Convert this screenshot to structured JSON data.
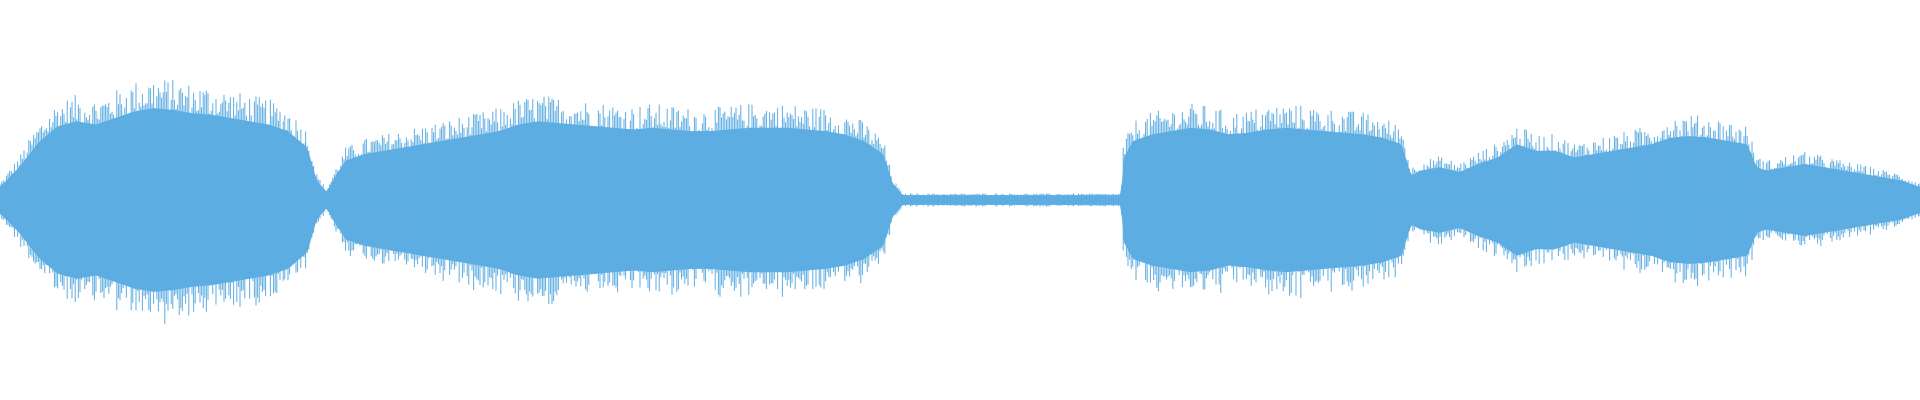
{
  "waveform": {
    "color": "#5DADE2",
    "background": "#FFFFFF",
    "envelope": [
      [
        0.0,
        0.08
      ],
      [
        0.01,
        0.2
      ],
      [
        0.02,
        0.35
      ],
      [
        0.03,
        0.45
      ],
      [
        0.04,
        0.48
      ],
      [
        0.05,
        0.46
      ],
      [
        0.06,
        0.5
      ],
      [
        0.07,
        0.54
      ],
      [
        0.08,
        0.56
      ],
      [
        0.09,
        0.55
      ],
      [
        0.1,
        0.53
      ],
      [
        0.11,
        0.52
      ],
      [
        0.12,
        0.5
      ],
      [
        0.13,
        0.48
      ],
      [
        0.14,
        0.46
      ],
      [
        0.15,
        0.42
      ],
      [
        0.16,
        0.32
      ],
      [
        0.165,
        0.12
      ],
      [
        0.17,
        0.05
      ],
      [
        0.175,
        0.15
      ],
      [
        0.18,
        0.24
      ],
      [
        0.19,
        0.28
      ],
      [
        0.2,
        0.3
      ],
      [
        0.21,
        0.32
      ],
      [
        0.22,
        0.34
      ],
      [
        0.23,
        0.36
      ],
      [
        0.24,
        0.38
      ],
      [
        0.25,
        0.4
      ],
      [
        0.26,
        0.42
      ],
      [
        0.27,
        0.46
      ],
      [
        0.28,
        0.48
      ],
      [
        0.29,
        0.47
      ],
      [
        0.3,
        0.46
      ],
      [
        0.31,
        0.45
      ],
      [
        0.32,
        0.44
      ],
      [
        0.33,
        0.43
      ],
      [
        0.34,
        0.44
      ],
      [
        0.35,
        0.43
      ],
      [
        0.36,
        0.42
      ],
      [
        0.37,
        0.42
      ],
      [
        0.38,
        0.43
      ],
      [
        0.39,
        0.44
      ],
      [
        0.4,
        0.44
      ],
      [
        0.41,
        0.44
      ],
      [
        0.42,
        0.43
      ],
      [
        0.43,
        0.42
      ],
      [
        0.44,
        0.4
      ],
      [
        0.45,
        0.36
      ],
      [
        0.46,
        0.28
      ],
      [
        0.465,
        0.1
      ],
      [
        0.47,
        0.03
      ],
      [
        0.5,
        0.03
      ],
      [
        0.53,
        0.03
      ],
      [
        0.56,
        0.03
      ],
      [
        0.58,
        0.03
      ],
      [
        0.584,
        0.03
      ],
      [
        0.585,
        0.25
      ],
      [
        0.59,
        0.36
      ],
      [
        0.6,
        0.4
      ],
      [
        0.61,
        0.42
      ],
      [
        0.62,
        0.44
      ],
      [
        0.63,
        0.43
      ],
      [
        0.64,
        0.4
      ],
      [
        0.65,
        0.41
      ],
      [
        0.66,
        0.43
      ],
      [
        0.67,
        0.44
      ],
      [
        0.68,
        0.43
      ],
      [
        0.69,
        0.42
      ],
      [
        0.7,
        0.41
      ],
      [
        0.71,
        0.4
      ],
      [
        0.72,
        0.38
      ],
      [
        0.73,
        0.34
      ],
      [
        0.735,
        0.15
      ],
      [
        0.74,
        0.18
      ],
      [
        0.75,
        0.2
      ],
      [
        0.76,
        0.17
      ],
      [
        0.77,
        0.22
      ],
      [
        0.78,
        0.26
      ],
      [
        0.79,
        0.34
      ],
      [
        0.8,
        0.3
      ],
      [
        0.81,
        0.3
      ],
      [
        0.82,
        0.26
      ],
      [
        0.83,
        0.28
      ],
      [
        0.84,
        0.3
      ],
      [
        0.85,
        0.32
      ],
      [
        0.86,
        0.34
      ],
      [
        0.87,
        0.38
      ],
      [
        0.88,
        0.39
      ],
      [
        0.89,
        0.38
      ],
      [
        0.9,
        0.36
      ],
      [
        0.91,
        0.34
      ],
      [
        0.915,
        0.2
      ],
      [
        0.92,
        0.18
      ],
      [
        0.93,
        0.2
      ],
      [
        0.94,
        0.22
      ],
      [
        0.95,
        0.2
      ],
      [
        0.96,
        0.18
      ],
      [
        0.97,
        0.16
      ],
      [
        0.98,
        0.14
      ],
      [
        0.99,
        0.12
      ],
      [
        1.0,
        0.08
      ]
    ]
  }
}
